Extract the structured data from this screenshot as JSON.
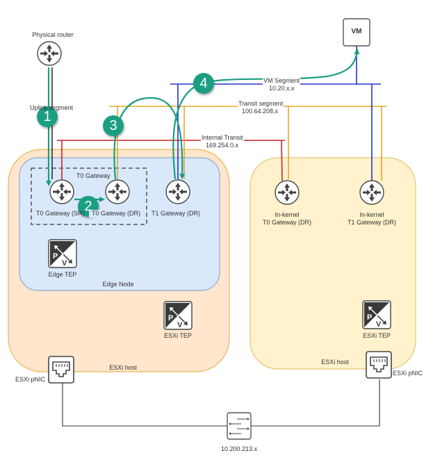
{
  "colors": {
    "esxi_host_left_fill": "#ffe6cc",
    "esxi_host_left_stroke": "#e7b654",
    "esxi_host_right_fill": "#fff2cc",
    "esxi_host_right_stroke": "#e7c46c",
    "edge_node_fill": "#dae8fc",
    "edge_node_stroke": "#8aa8d4",
    "vm_segment": "#2233cc",
    "transit_segment": "#e0a82c",
    "internal_transit": "#cc2222",
    "uplink": "#111111",
    "flow": "#1a9e82",
    "badge": "#1a9e82"
  },
  "nodes": {
    "physical_router": "Physical router",
    "vm": "VM",
    "t0_gateway_group": "T0 Gateway",
    "t0_sr": "T0 Gateway (SR)",
    "t0_dr": "T0 Gateway (DR)",
    "t1_dr": "T1 Gateway (DR)",
    "inkernel_t0": "In-kernel\nT0 Gateway (DR)",
    "inkernel_t0_l1": "In-kernel",
    "inkernel_t0_l2": "T0 Gateway (DR)",
    "inkernel_t1_l1": "In-kernel",
    "inkernel_t1_l2": "T1 Gateway (DR)",
    "edge_tep": "Edge TEP",
    "edge_node": "Edge Node",
    "esxi_tep_left": "ESXi TEP",
    "esxi_tep_right": "ESXi TEP",
    "esxi_host_left": "ESXi host",
    "esxi_host_right": "ESXi host",
    "esxi_pnic_left": "ESXi pNIC",
    "esxi_pnic_right": "ESXi pNIC",
    "switch_subnet": "10.200.213.x"
  },
  "segments": {
    "uplink": "Uplink segment",
    "vm_name": "VM Segment",
    "vm_subnet": "10.20.x.x",
    "transit_name": "Transit segment",
    "transit_subnet": "100.64.208.x",
    "internal_name": "Internal Transit",
    "internal_subnet": "169.254.0.x"
  },
  "steps": [
    "1",
    "2",
    "3",
    "4"
  ],
  "icons": {
    "router": "router-icon",
    "tep": "tep-icon",
    "pnic": "ethernet-port-icon",
    "switch": "switch-icon"
  }
}
